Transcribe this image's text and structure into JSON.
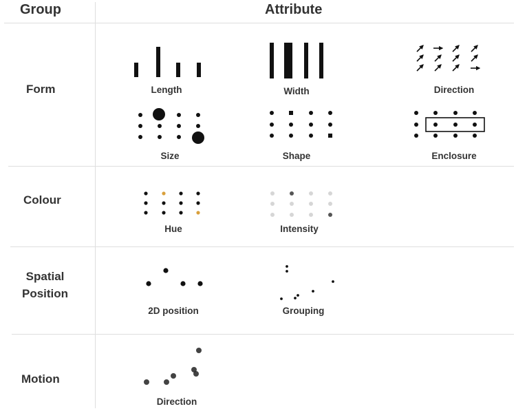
{
  "header": {
    "group": "Group",
    "attribute": "Attribute"
  },
  "groups": {
    "form": "Form",
    "colour": "Colour",
    "spatial_line1": "Spatial",
    "spatial_line2": "Position",
    "motion": "Motion"
  },
  "attributes": {
    "length": "Length",
    "width": "Width",
    "direction": "Direction",
    "size": "Size",
    "shape": "Shape",
    "enclosure": "Enclosure",
    "hue": "Hue",
    "intensity": "Intensity",
    "position_2d": "2D position",
    "grouping": "Grouping",
    "motion_direction": "Direction"
  },
  "colors": {
    "mark": "#111111",
    "hue_accent": "#d9a03c",
    "intensity_light": "#d6d6d6",
    "intensity_dark": "#555555",
    "rule": "#dedede"
  }
}
